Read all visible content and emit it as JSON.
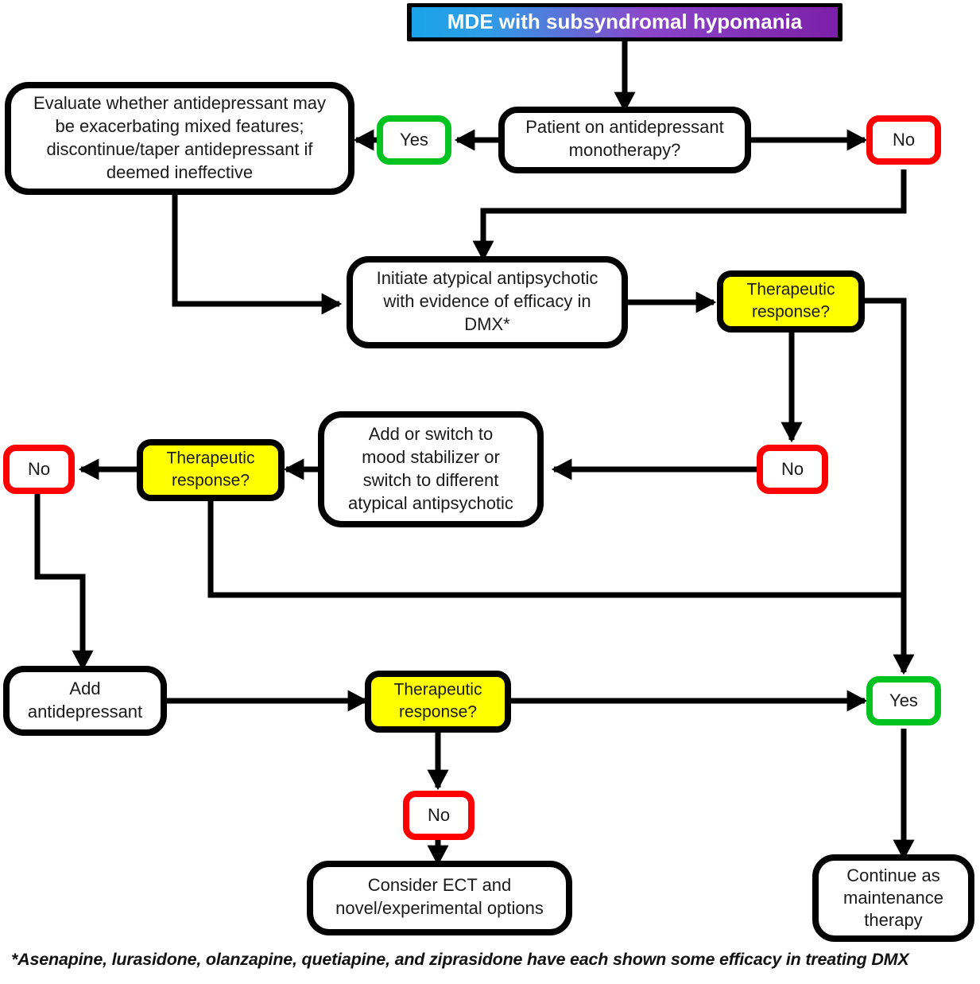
{
  "diagram": {
    "title": "MDE with subsyndromal hypomania",
    "colors": {
      "title_gradient_start": "#1aa3e8",
      "title_gradient_end": "#7b1fa8",
      "yes_border": "#00c221",
      "no_border": "#fe0000",
      "decision_fill": "#ffff00",
      "node_border": "#000000",
      "node_fill": "#ffffff",
      "connector": "#000000"
    },
    "nodes": {
      "header": {
        "label": "MDE with subsyndromal hypomania"
      },
      "evaluate_antidepressant": {
        "lines": [
          "Evaluate whether antidepressant may",
          "be exacerbating mixed features;",
          "discontinue/taper antidepressant if",
          "deemed ineffective"
        ]
      },
      "yes_monotherapy": {
        "label": "Yes"
      },
      "patient_monotherapy": {
        "lines": [
          "Patient on antidepressant",
          "monotherapy?"
        ]
      },
      "no_monotherapy": {
        "label": "No"
      },
      "initiate_antipsychotic": {
        "lines": [
          "Initiate atypical antipsychotic",
          "with evidence of efficacy in",
          "DMX*"
        ]
      },
      "therapeutic_response_1": {
        "lines": [
          "Therapeutic",
          "response?"
        ]
      },
      "no_response_1": {
        "label": "No"
      },
      "add_or_switch": {
        "lines": [
          "Add or switch to",
          "mood stabilizer or",
          "switch to different",
          "atypical antipsychotic"
        ]
      },
      "therapeutic_response_2": {
        "lines": [
          "Therapeutic",
          "response?"
        ]
      },
      "no_response_2": {
        "label": "No"
      },
      "add_antidepressant": {
        "lines": [
          "Add",
          "antidepressant"
        ]
      },
      "therapeutic_response_3": {
        "lines": [
          "Therapeutic",
          "response?"
        ]
      },
      "no_response_3": {
        "label": "No"
      },
      "yes_final": {
        "label": "Yes"
      },
      "consider_ect": {
        "lines": [
          "Consider ECT and",
          "novel/experimental options"
        ]
      },
      "continue_maintenance": {
        "lines": [
          "Continue as",
          "maintenance",
          "therapy"
        ]
      }
    },
    "footnote": "*Asenapine, lurasidone, olanzapine, quetiapine, and ziprasidone have each shown some efficacy in treating DMX"
  }
}
